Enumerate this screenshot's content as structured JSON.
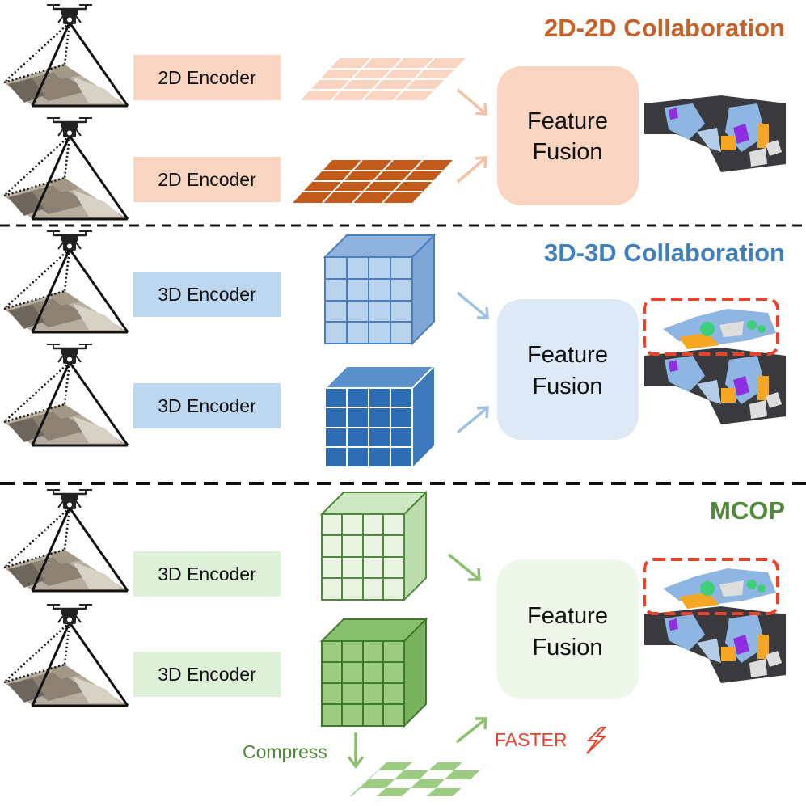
{
  "sections": [
    {
      "title": "2D-2D Collaboration",
      "color": "#c8602a",
      "encoders": [
        "2D Encoder",
        "2D Encoder"
      ],
      "fusion": [
        "Feature",
        "Fusion"
      ],
      "encoder_fill": "#f9d5c1",
      "fusion_fill": "#f9d5c1",
      "feature_colors": [
        "#f9d5c1",
        "#c35a1a"
      ]
    },
    {
      "title": "3D-3D Collaboration",
      "color": "#3f7fbf",
      "encoders": [
        "3D Encoder",
        "3D Encoder"
      ],
      "fusion": [
        "Feature",
        "Fusion"
      ],
      "encoder_fill": "#bcd7ef",
      "fusion_fill": "#dde9f6",
      "feature_colors": [
        "#a9c9ea",
        "#2f6db2"
      ]
    },
    {
      "title": "MCOP",
      "color": "#4f8a3a",
      "encoders": [
        "3D Encoder",
        "3D Encoder"
      ],
      "fusion": [
        "Feature",
        "Fusion"
      ],
      "encoder_fill": "#dff0d8",
      "fusion_fill": "#eef7ea",
      "feature_colors": [
        "#e3f1da",
        "#9ccc82"
      ],
      "compress_label": "Compress",
      "faster_label": "FASTER",
      "faster_color": "#e8432a"
    }
  ],
  "icons": {
    "drone": "drone-icon",
    "bolt": "lightning-bolt-icon"
  }
}
